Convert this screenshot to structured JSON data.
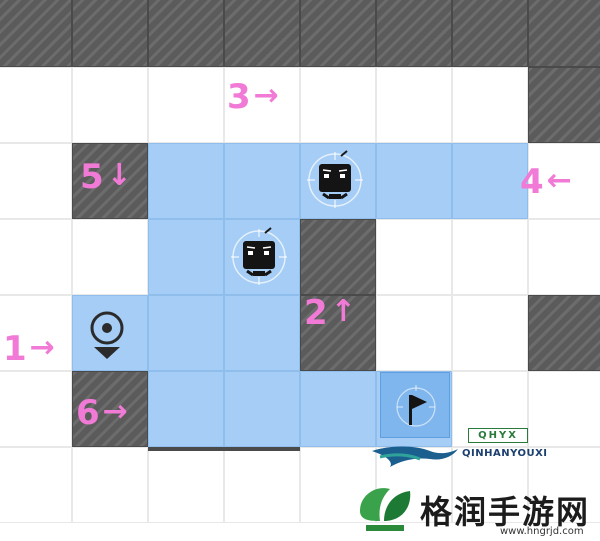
{
  "board": {
    "rows": [
      [
        "wall",
        "wall",
        "wall",
        "wall",
        "wall",
        "wall",
        "wall",
        "wall"
      ],
      [
        "empty",
        "empty",
        "empty",
        "empty",
        "empty",
        "empty",
        "empty",
        "wall"
      ],
      [
        "empty",
        "wall",
        "path",
        "path",
        "path",
        "path",
        "path",
        "empty"
      ],
      [
        "empty",
        "empty",
        "path",
        "path",
        "wall",
        "empty",
        "empty",
        "empty"
      ],
      [
        "empty",
        "path",
        "path",
        "path",
        "wall",
        "empty",
        "empty",
        "wall"
      ],
      [
        "empty",
        "wall",
        "path",
        "path",
        "path",
        "path",
        "empty",
        "empty"
      ],
      [
        "empty",
        "empty",
        "empty",
        "empty",
        "empty",
        "empty",
        "empty",
        "empty"
      ]
    ],
    "colors": {
      "wall": "#5b5b5b",
      "path": "#a5cdf5",
      "empty": "#ffffff",
      "annotation": "#f07ad6"
    },
    "pieces": [
      {
        "type": "start-marker",
        "icon": "location-pin-icon",
        "row": 4,
        "col": 1
      },
      {
        "type": "block",
        "icon": "black-cube-enemy-icon",
        "row": 2,
        "col": 4
      },
      {
        "type": "block",
        "icon": "black-cube-enemy-icon",
        "row": 3,
        "col": 3
      },
      {
        "type": "goal",
        "icon": "flag-icon",
        "row": 5,
        "col": 5
      }
    ]
  },
  "annotations": {
    "a1": {
      "num": "1",
      "arrow": "→"
    },
    "a2": {
      "num": "2",
      "arrow": "↑"
    },
    "a3": {
      "num": "3",
      "arrow": "→"
    },
    "a4": {
      "num": "4",
      "arrow": "←"
    },
    "a5": {
      "num": "5",
      "arrow": "↓"
    },
    "a6": {
      "num": "6",
      "arrow": "→"
    }
  },
  "watermark": {
    "badge": "QHYX",
    "brand": "QINHANYOUXI",
    "cn": "格润手游网",
    "url": "www.hngrjd.com"
  }
}
